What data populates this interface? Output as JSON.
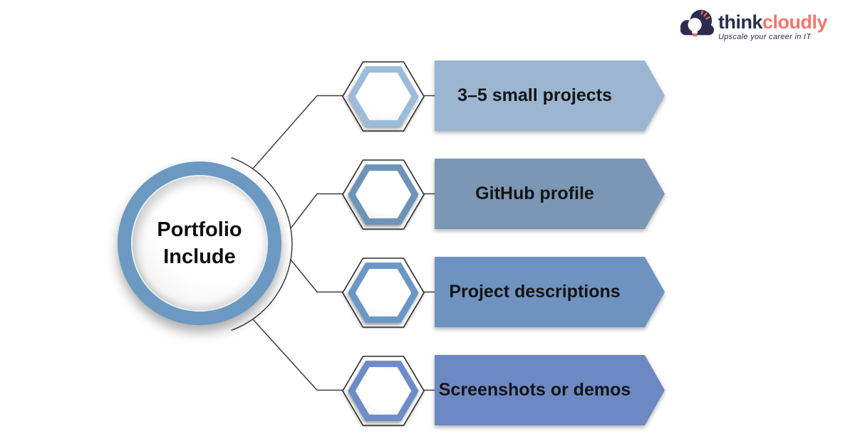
{
  "logo": {
    "brand_think": "think",
    "brand_cloudly": "cloudly",
    "tagline": "Upscale your career in IT"
  },
  "center": {
    "line1": "Portfolio",
    "line2": "Include",
    "ring_color": "#6c99c1"
  },
  "rows": [
    {
      "label": "3–5 small projects",
      "color": "#9cb6d1",
      "hex_color": "#9cbcdb"
    },
    {
      "label": "GitHub profile",
      "color": "#7b97b5",
      "hex_color": "#6d93b7"
    },
    {
      "label": "Project descriptions",
      "color": "#6e93c1",
      "hex_color": "#6b97c7"
    },
    {
      "label": "Screenshots or demos",
      "color": "#6d89c4",
      "hex_color": "#6e8cc6"
    }
  ],
  "colors": {
    "connector": "#3f3f3f",
    "navy": "#2b2c4e",
    "coral": "#f0776d",
    "bulb_base": "#f2695c"
  }
}
